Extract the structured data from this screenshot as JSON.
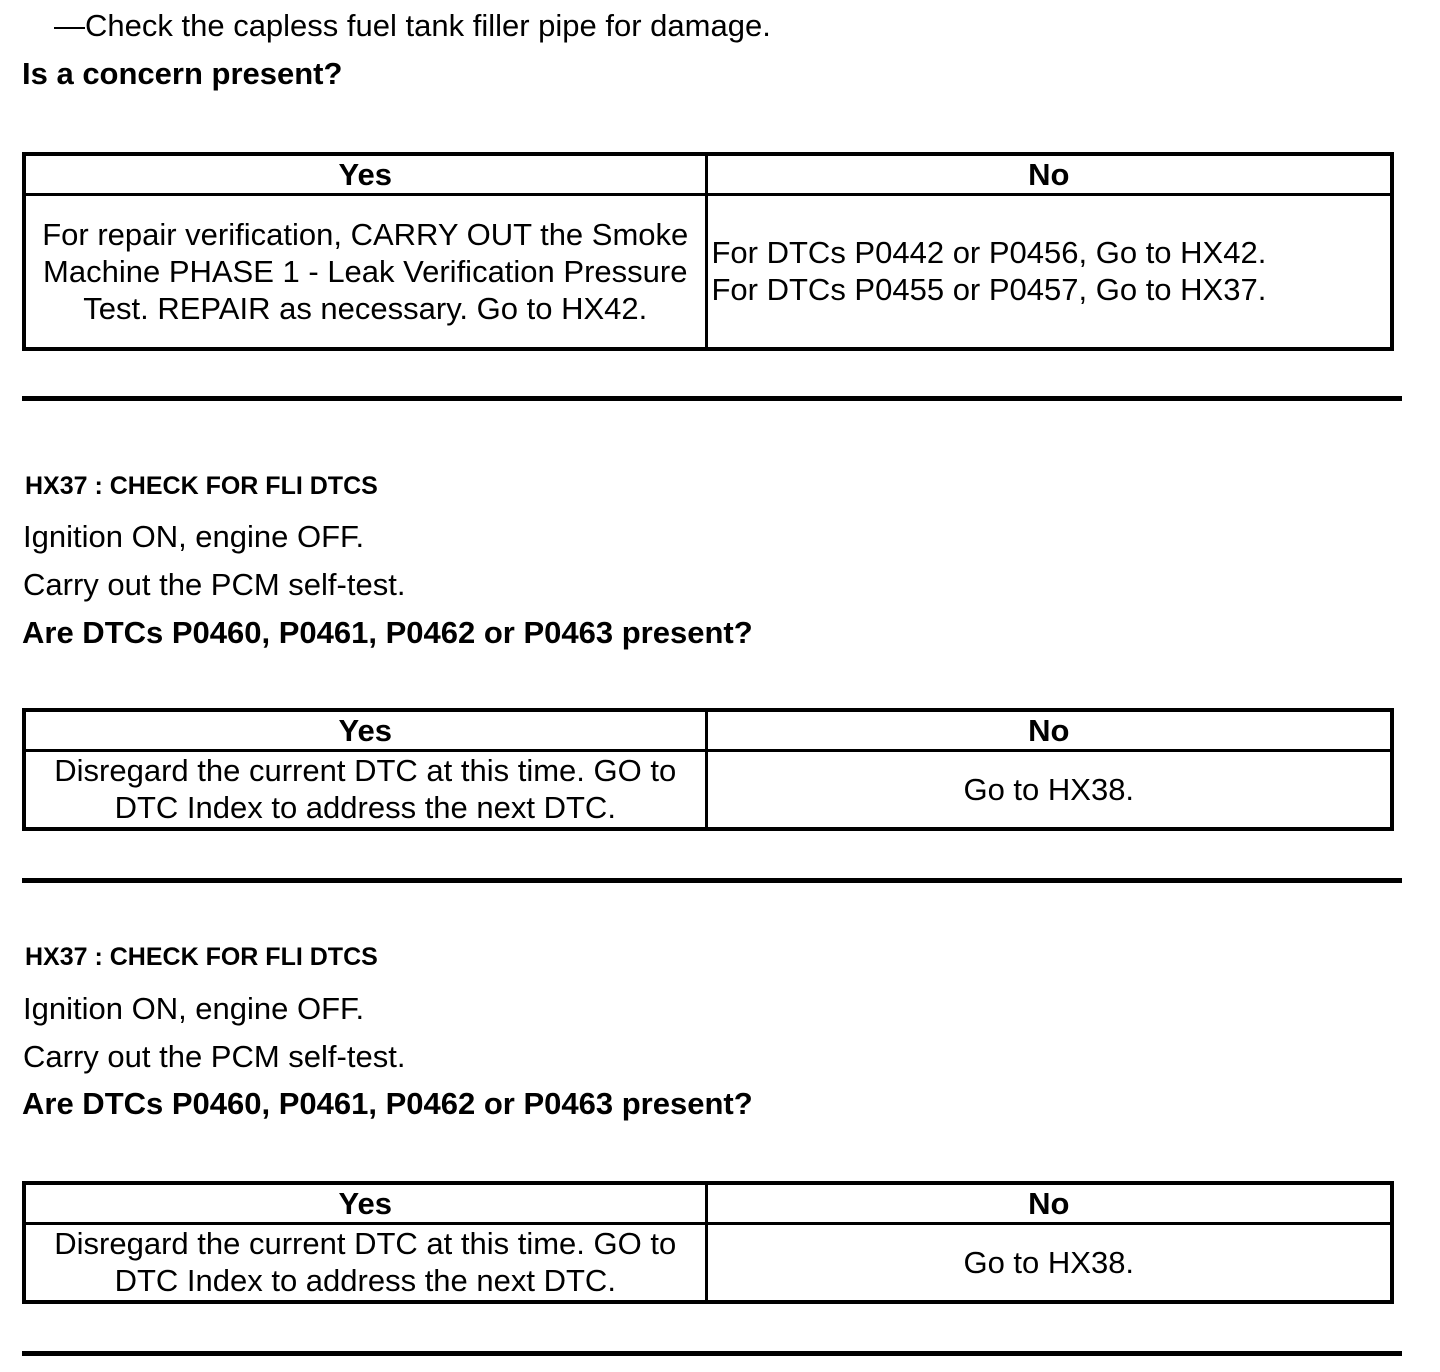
{
  "intro": {
    "step_text": "—Check the capless fuel tank filler pipe for damage.",
    "question": "Is a concern present?",
    "table": {
      "headers": [
        "Yes",
        "No"
      ],
      "yes": "For repair verification, CARRY OUT the Smoke Machine PHASE 1 - Leak Verification Pressure Test. REPAIR as necessary. Go to HX42.",
      "no_lines": [
        "For DTCs P0442 or P0456, Go to HX42.",
        "For DTCs P0455 or P0457, Go to HX37."
      ]
    }
  },
  "sections": [
    {
      "title": "HX37 : CHECK FOR FLI DTCS",
      "steps": [
        "Ignition ON, engine OFF.",
        "Carry out the PCM self-test."
      ],
      "question": "Are DTCs P0460, P0461, P0462 or P0463 present?",
      "table": {
        "headers": [
          "Yes",
          "No"
        ],
        "yes": "Disregard the current DTC at this time. GO to DTC Index to address the next DTC.",
        "no": "Go to HX38."
      }
    },
    {
      "title": "HX37 : CHECK FOR FLI DTCS",
      "steps": [
        "Ignition ON, engine OFF.",
        "Carry out the PCM self-test."
      ],
      "question": "Are DTCs P0460, P0461, P0462 or P0463 present?",
      "table": {
        "headers": [
          "Yes",
          "No"
        ],
        "yes": "Disregard the current DTC at this time. GO to DTC Index to address the next DTC.",
        "no": "Go to HX38."
      }
    }
  ]
}
